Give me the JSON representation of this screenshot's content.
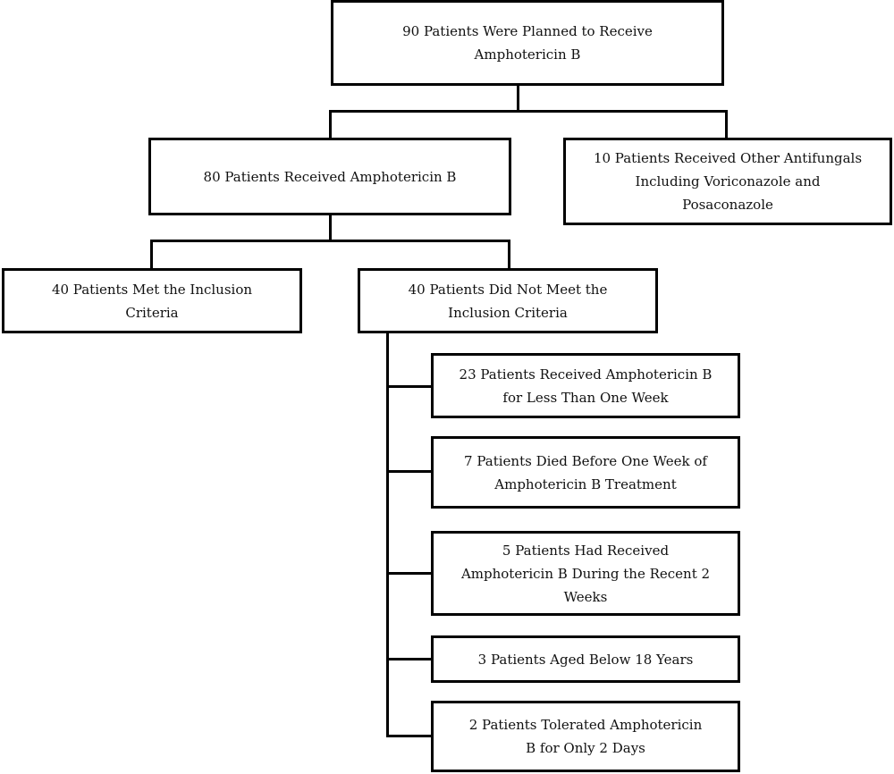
{
  "flowchart": {
    "root": "90 Patients Were Planned to Receive\nAmphotericin B",
    "received": "80 Patients Received Amphotericin B",
    "other_antifungals": "10 Patients Received Other Antifungals\nIncluding Voriconazole and\nPosaconazole",
    "met_inclusion": "40 Patients Met the Inclusion\nCriteria",
    "not_met_inclusion": "40 Patients Did Not Meet the\nInclusion Criteria",
    "exclusions": [
      "23 Patients Received Amphotericin B\nfor Less Than One Week",
      "7 Patients Died Before One Week of\nAmphotericin B Treatment",
      "5 Patients Had Received\nAmphotericin B  During the Recent 2\nWeeks",
      "3 Patients Aged Below 18 Years",
      "2 Patients Tolerated Amphotericin\nB for Only 2 Days"
    ]
  }
}
